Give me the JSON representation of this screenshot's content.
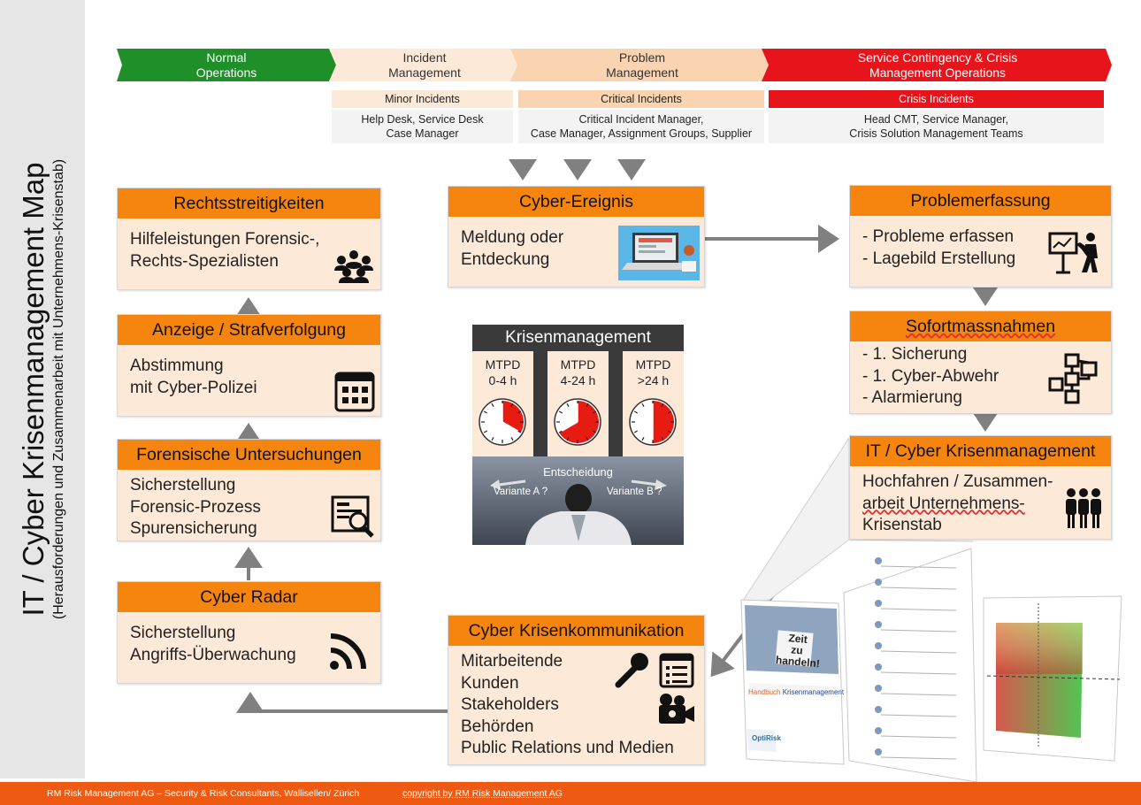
{
  "sidebar": {
    "title": "IT / Cyber Krisenmanagement Map",
    "subtitle": "(Herausforderungen und Zusammenarbeit mit Unternehmens-Krisenstab)"
  },
  "phases": {
    "normal": {
      "l1": "Normal",
      "l2": "Operations",
      "color": "#1f8f2a"
    },
    "incident": {
      "l1": "Incident",
      "l2": "Management",
      "color": "#fde9d7"
    },
    "problem": {
      "l1": "Problem",
      "l2": "Management",
      "color": "#fad4b0"
    },
    "crisis": {
      "l1": "Service Contingency & Crisis",
      "l2": "Management Operations",
      "color": "#e8141b"
    }
  },
  "incident_levels": {
    "minor": {
      "title": "Minor Incidents",
      "l1": "Help Desk, Service Desk",
      "l2": "Case Manager"
    },
    "critical": {
      "title": "Critical Incidents",
      "l1": "Critical Incident Manager,",
      "l2": "Case Manager, Assignment Groups, Supplier"
    },
    "crisis": {
      "title": "Crisis Incidents",
      "l1": "Head CMT, Service Manager,",
      "l2": "Crisis Solution Management Teams"
    }
  },
  "boxes": {
    "rechtsstreit": {
      "title": "Rechtsstreitigkeiten",
      "lines": [
        "Hilfeleistungen Forensic-,",
        "Rechts-Spezialisten"
      ]
    },
    "anzeige": {
      "title": "Anzeige / Strafverfolgung",
      "lines": [
        "Abstimmung",
        "mit Cyber-Polizei"
      ]
    },
    "forensik": {
      "title": "Forensische Untersuchungen",
      "lines": [
        "Sicherstellung",
        "Forensic-Prozess",
        "Spurensicherung"
      ]
    },
    "radar": {
      "title": "Cyber Radar",
      "lines": [
        "Sicherstellung",
        "Angriffs-Überwachung"
      ]
    },
    "ereignis": {
      "title": "Cyber-Ereignis",
      "lines": [
        "Meldung oder",
        "Entdeckung"
      ]
    },
    "kommunikation": {
      "title": "Cyber Krisenkommunikation",
      "lines": [
        "Mitarbeitende",
        "Kunden",
        "Stakeholders",
        "Behörden",
        "Public Relations und Medien"
      ]
    },
    "problemerfassung": {
      "title": "Problemerfassung",
      "lines": [
        "- Probleme erfassen",
        "- Lagebild Erstellung"
      ]
    },
    "sofort": {
      "title": "Sofortmassnahmen",
      "lines": [
        "- 1. Sicherung",
        "- 1. Cyber-Abwehr",
        "- Alarmierung"
      ]
    },
    "krisenmgmt": {
      "title": "IT / Cyber Krisenmanagement",
      "lines": [
        "Hochfahren / Zusammen-",
        "arbeit Unternehmens-",
        "Krisenstab"
      ]
    }
  },
  "krisen_panel": {
    "title": "Krisenmanagement",
    "clocks": [
      {
        "label": "MTPD",
        "range": "0-4 h",
        "fill_hours": 4
      },
      {
        "label": "MTPD",
        "range": "4-24 h",
        "fill_hours": 8
      },
      {
        "label": "MTPD",
        "range": ">24 h",
        "fill_hours": 6
      }
    ],
    "decision": "Entscheidung",
    "variant_a": "Variante A ?",
    "variant_b": "Variante B ?"
  },
  "handbook": {
    "sign_l1": "Zeit",
    "sign_l2": "zu",
    "sign_l3": "handeln!",
    "title_pre": "Handbuch ",
    "title_main": "Krisenmanagement",
    "logo": "OptiRisk"
  },
  "colors": {
    "orange": "#f5850f",
    "light": "#fde9d7",
    "arrow": "#808080",
    "footer": "#ef5a12"
  },
  "footer": {
    "left": "RM Risk Management AG – Security & Risk Consultants, Wallisellen/ Zürich",
    "right": "copyright by RM Risk Management AG"
  }
}
